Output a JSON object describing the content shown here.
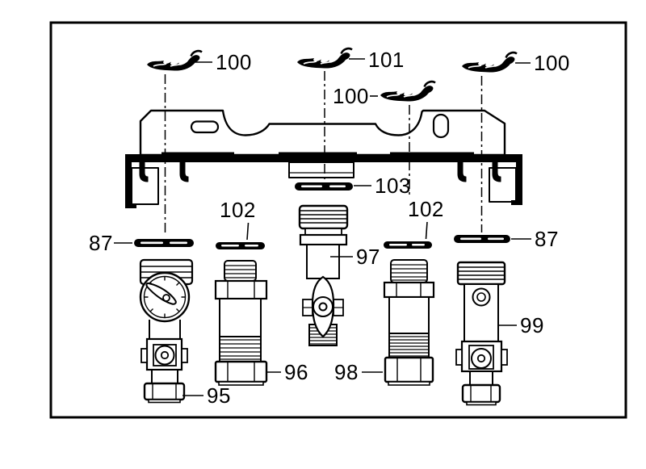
{
  "figure": {
    "type": "exploded-parts-diagram",
    "description": "Manifold mounting bracket with screws, washers and five valve assemblies"
  },
  "colors": {
    "line": "#000000",
    "background": "#ffffff"
  },
  "callouts": {
    "top_left_screw": "100",
    "top_center_screw": "101",
    "mid_screw": "100",
    "top_right_screw": "100",
    "manifold_gasket": "103",
    "left_oring": "102",
    "right_oring": "102",
    "left_washer": "87",
    "right_washer": "87",
    "gauge_valve": "95",
    "second_valve": "96",
    "center_valve": "97",
    "fourth_valve": "98",
    "right_valve": "99"
  }
}
